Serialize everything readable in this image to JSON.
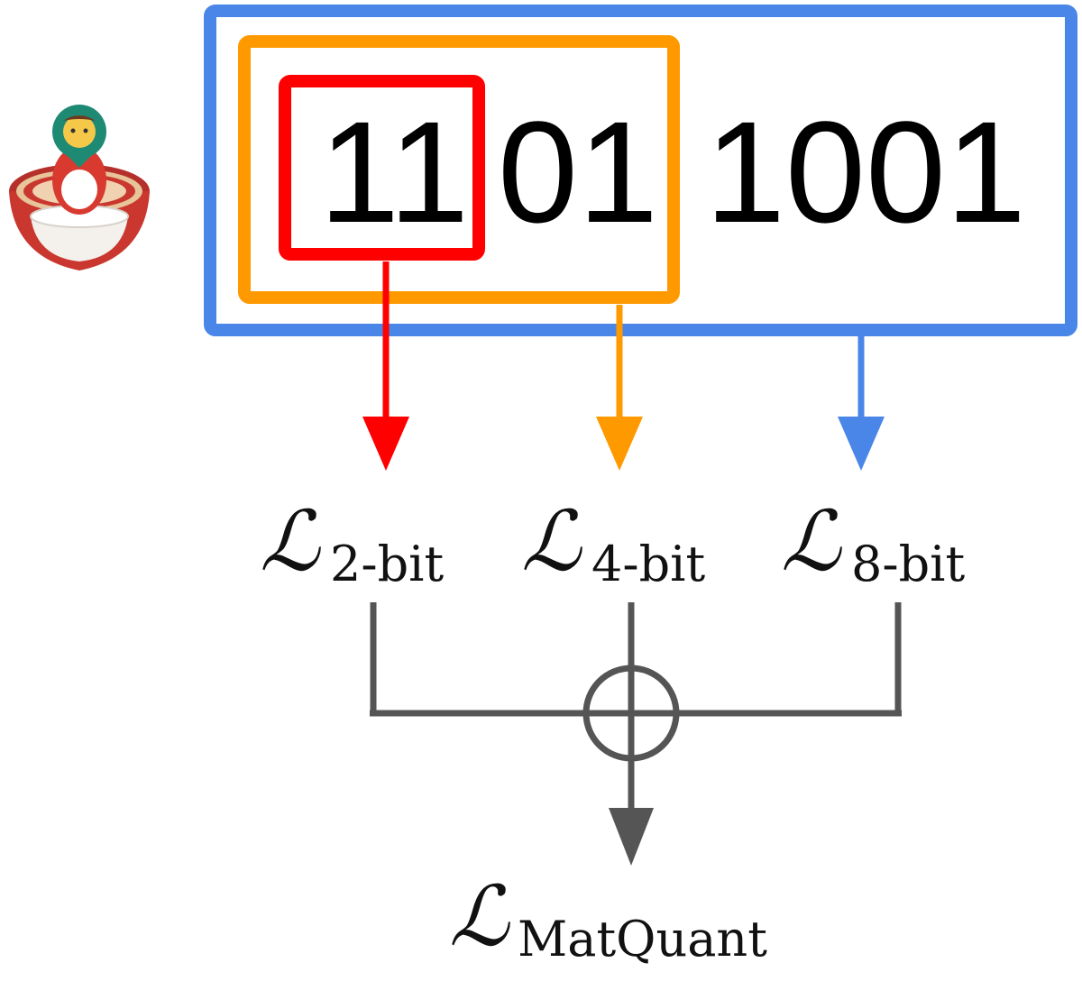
{
  "bits": {
    "group_2bit": "11",
    "group_4bit_extra": "01",
    "group_8bit_extra": "1001"
  },
  "losses": {
    "symbol": "ℒ",
    "two_bit": "2-bit",
    "four_bit": "4-bit",
    "eight_bit": "8-bit",
    "combined": "MatQuant"
  },
  "icon": "matryoshka-doll-icon",
  "colors": {
    "two_bit": "#ff0000",
    "four_bit": "#ff9900",
    "eight_bit": "#4a86e8",
    "combine": "#555555"
  }
}
